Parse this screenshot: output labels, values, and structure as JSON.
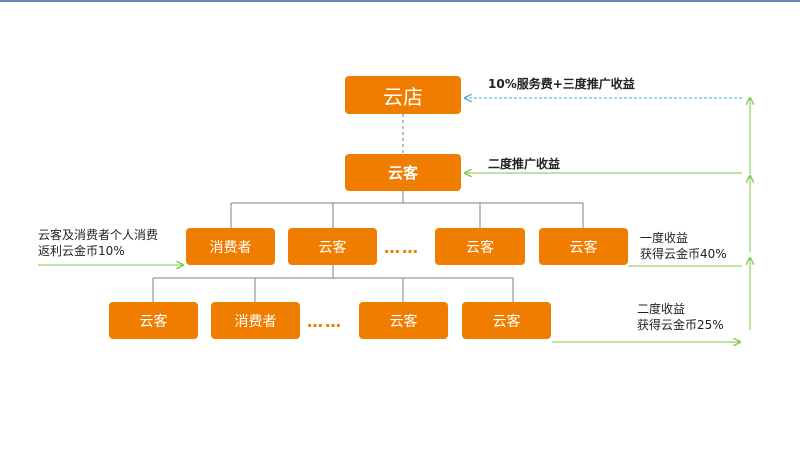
{
  "colors": {
    "node": "#f07d00",
    "arrow": "#7dc94a",
    "dashed_arrow": "#4aaed8",
    "connector": "#7f7f7f"
  },
  "nodes": {
    "root": "云店",
    "level1": "云客",
    "level2": [
      "消费者",
      "云客",
      "云客",
      "云客"
    ],
    "level3": [
      "云客",
      "消费者",
      "云客",
      "云客"
    ]
  },
  "ellipsis": "……",
  "annotations": {
    "root_income": "10%服务费+三度推广收益",
    "level1_income": "二度推广收益",
    "rebate_line1": "云客及消费者个人消费",
    "rebate_line2": "返利云金币10%",
    "first_degree_line1": "一度收益",
    "first_degree_line2": "获得云金币40%",
    "second_degree_line1": "二度收益",
    "second_degree_line2": "获得云金币25%"
  }
}
